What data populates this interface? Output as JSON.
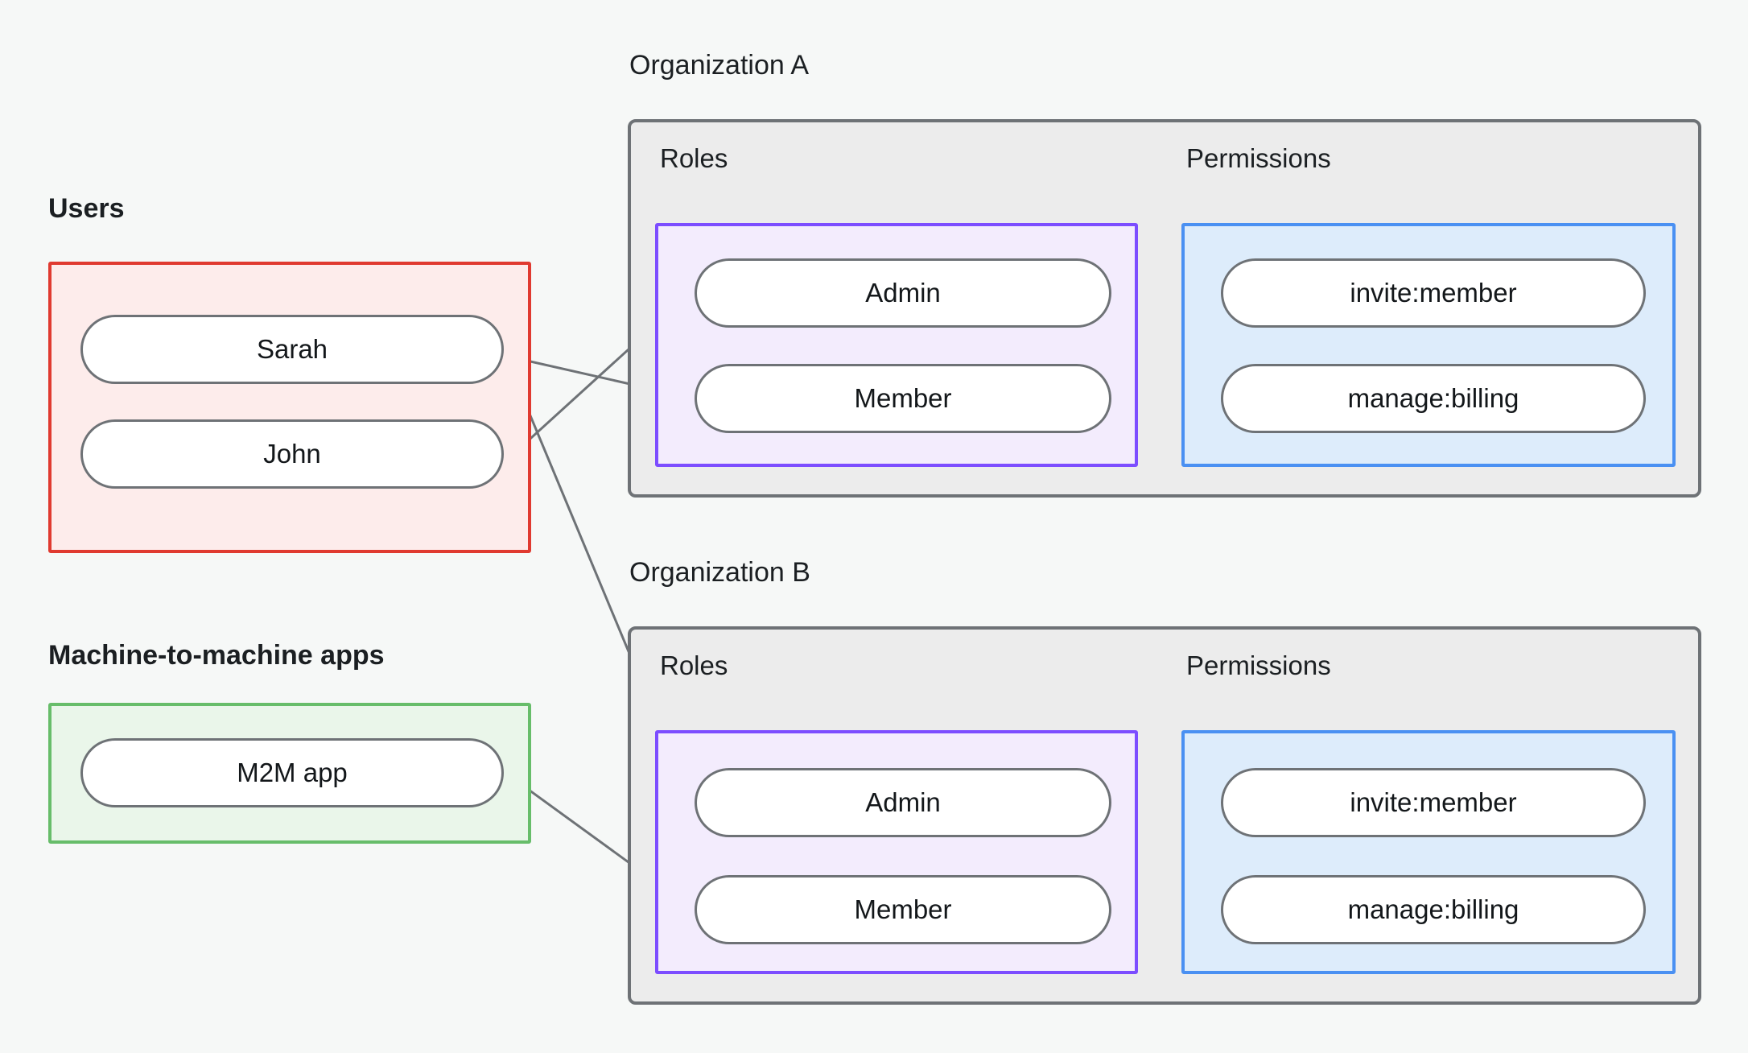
{
  "theme": {
    "background": "#f6f8f7",
    "edge_color": "#6e7276",
    "users_border": "#e03a30",
    "users_fill": "#fdeceb",
    "m2m_border": "#67bd6a",
    "m2m_fill": "#eaf6ea",
    "org_border": "#6e7276",
    "org_fill": "#ececec",
    "roles_border": "#7c4dff",
    "roles_fill": "#f3ecfd",
    "permissions_border": "#4a90f2",
    "permissions_fill": "#ddecfb",
    "pill_border": "#6e7276",
    "pill_fill": "#ffffff",
    "text_color": "#13171a"
  },
  "diagram": {
    "type": "entity-relationship",
    "title": "",
    "left_column": {
      "users_group": {
        "caption": "Users",
        "items": [
          {
            "label": "Sarah"
          },
          {
            "label": "John"
          }
        ]
      },
      "m2m_group": {
        "caption": "Machine-to-machine apps",
        "items": [
          {
            "label": "M2M app"
          }
        ]
      }
    },
    "organizations": [
      {
        "caption": "Organization A",
        "roles_caption": "Roles",
        "permissions_caption": "Permissions",
        "roles": [
          {
            "label": "Admin"
          },
          {
            "label": "Member"
          }
        ],
        "permissions": [
          {
            "label": "invite:member"
          },
          {
            "label": "manage:billing"
          }
        ]
      },
      {
        "caption": "Organization B",
        "roles_caption": "Roles",
        "permissions_caption": "Permissions",
        "roles": [
          {
            "label": "Admin"
          },
          {
            "label": "Member"
          }
        ],
        "permissions": [
          {
            "label": "invite:member"
          },
          {
            "label": "manage:billing"
          }
        ]
      }
    ],
    "edges": [
      {
        "from": "Sarah",
        "to": "Organization A / Member"
      },
      {
        "from": "Sarah",
        "to": "Organization B / Admin"
      },
      {
        "from": "John",
        "to": "Organization A / Admin"
      },
      {
        "from": "M2M app",
        "to": "Organization B / Member"
      },
      {
        "from": "Organization A / Admin",
        "to": "Organization A / invite:member"
      },
      {
        "from": "Organization A / Admin",
        "to": "Organization A / manage:billing"
      },
      {
        "from": "Organization A / Member",
        "to": "Organization A / manage:billing"
      },
      {
        "from": "Organization B / Admin",
        "to": "Organization B / invite:member"
      },
      {
        "from": "Organization B / Admin",
        "to": "Organization B / manage:billing"
      },
      {
        "from": "Organization B / Member",
        "to": "Organization B / manage:billing"
      }
    ]
  }
}
